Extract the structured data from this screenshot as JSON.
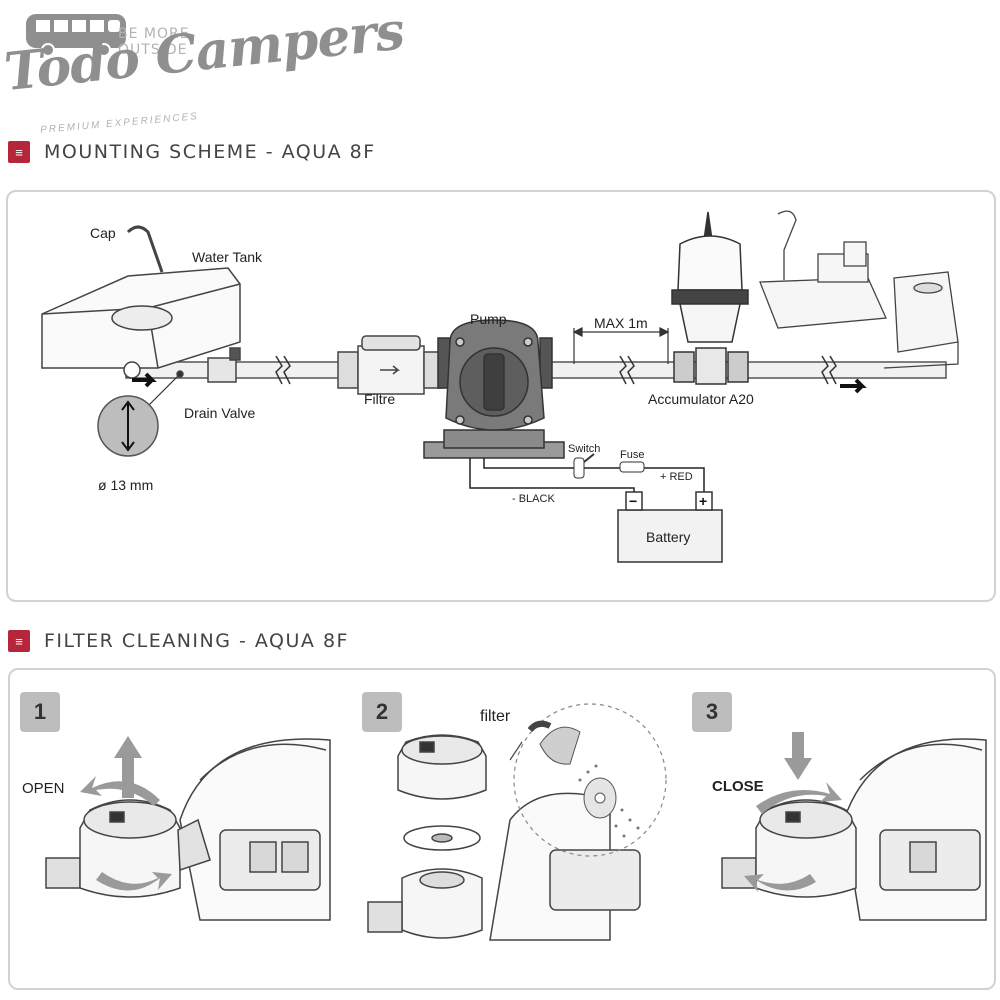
{
  "logo": {
    "tagline": "BE MORE OUTSIDE",
    "name": "Todo Campers",
    "subline": "PREMIUM EXPERIENCES"
  },
  "sections": {
    "mounting": {
      "title": "MOUNTING SCHEME - AQUA 8F"
    },
    "filter": {
      "title": "FILTER CLEANING -  AQUA 8F"
    }
  },
  "scheme_labels": {
    "cap": "Cap",
    "water_tank": "Water Tank",
    "drain_valve": "Drain Valve",
    "diameter": "ø 13 mm",
    "filtre": "Filtre",
    "pump": "Pump",
    "max": "MAX 1m",
    "accumulator": "Accumulator A20",
    "switch": "Switch",
    "fuse": "Fuse",
    "red": "+ RED",
    "black": "- BLACK",
    "battery": "Battery",
    "minus": "−",
    "plus": "+"
  },
  "filter_steps": [
    {
      "number": "1",
      "label": "OPEN"
    },
    {
      "number": "2",
      "label": "filter"
    },
    {
      "number": "3",
      "label": "CLOSE"
    }
  ],
  "colors": {
    "accent": "#b5263a",
    "panel_border": "#d2d2d2",
    "badge": "#bdbdbd",
    "arrow": "#9a9a9a",
    "part_dark": "#6e6e6e"
  }
}
